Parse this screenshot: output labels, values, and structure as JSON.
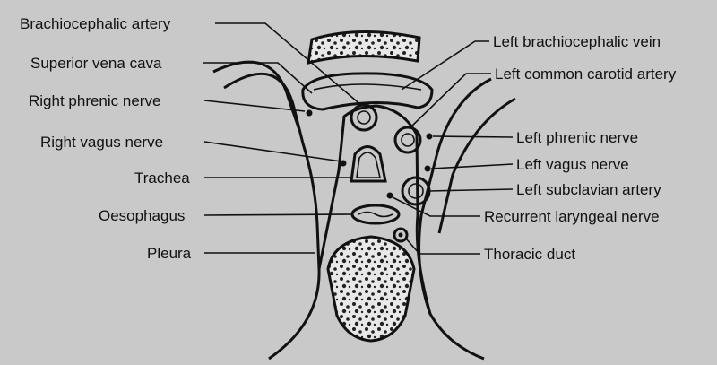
{
  "labels_left": {
    "brachiocephalic_artery": "Brachiocephalic artery",
    "superior_vena_cava": "Superior vena cava",
    "right_phrenic_nerve": "Right phrenic nerve",
    "right_vagus_nerve": "Right vagus nerve",
    "trachea": "Trachea",
    "oesophagus": "Oesophagus",
    "pleura": "Pleura"
  },
  "labels_right": {
    "left_brachiocephalic_vein": "Left brachiocephalic vein",
    "left_common_carotid_artery": "Left common carotid artery",
    "left_phrenic_nerve": "Left phrenic nerve",
    "left_vagus_nerve": "Left vagus nerve",
    "left_subclavian_artery": "Left subclavian artery",
    "recurrent_laryngeal_nerve": "Recurrent laryngeal nerve",
    "thoracic_duct": "Thoracic duct"
  }
}
